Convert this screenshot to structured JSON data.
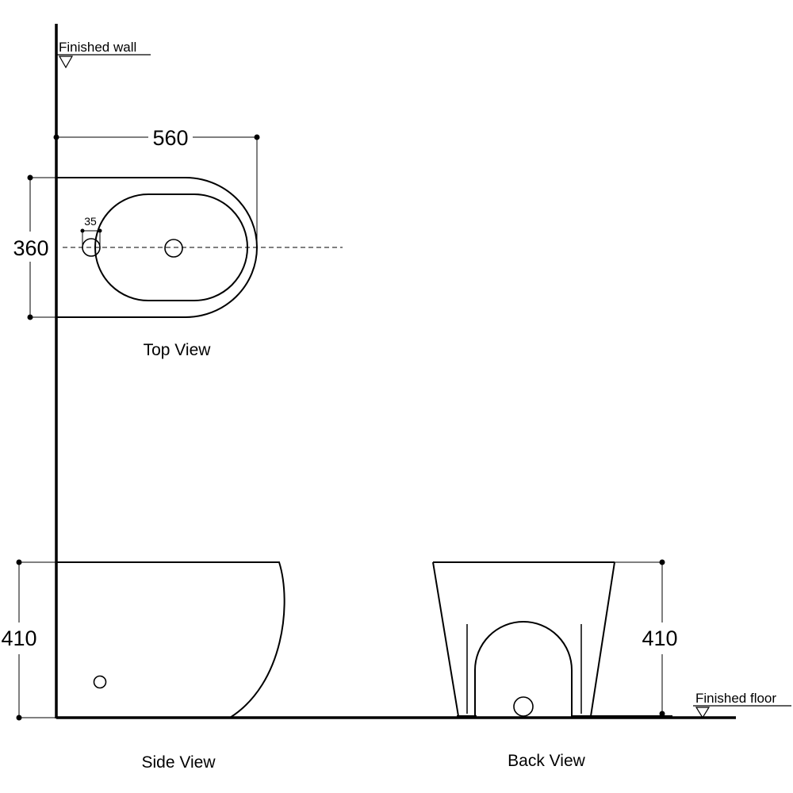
{
  "labels": {
    "finished_wall": "Finished wall",
    "finished_floor": "Finished floor",
    "top_view": "Top View",
    "side_view": "Side View",
    "back_view": "Back View"
  },
  "dimensions": {
    "width": "560",
    "depth": "360",
    "hole_diameter": "35",
    "side_height": "410",
    "back_height": "410"
  },
  "colors": {
    "line": "#000000",
    "background": "#ffffff"
  }
}
